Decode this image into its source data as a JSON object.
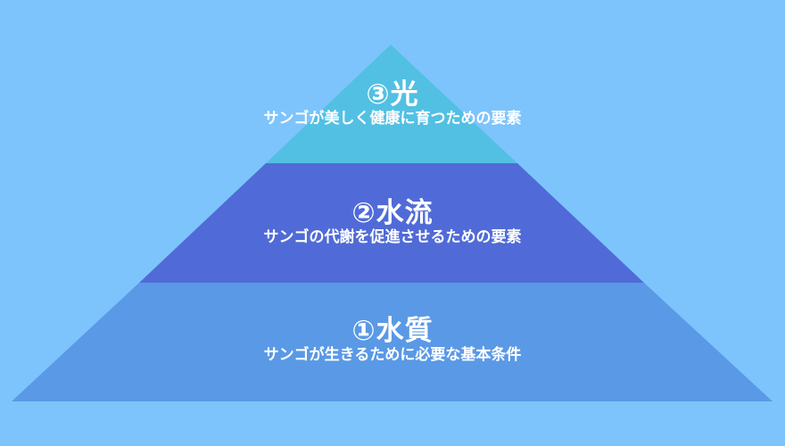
{
  "colors": {
    "background": "#7dc4fc",
    "tier_top": "#52c0e3",
    "tier_middle": "#506bd7",
    "tier_bottom": "#5a99e5",
    "text": "#ffffff"
  },
  "pyramid": {
    "tiers": [
      {
        "title": "③光",
        "subtitle": "サンゴが美しく健康に育つための要素"
      },
      {
        "title": "②水流",
        "subtitle": "サンゴの代謝を促進させるための要素"
      },
      {
        "title": "①水質",
        "subtitle": "サンゴが生きるために必要な基本条件"
      }
    ]
  }
}
